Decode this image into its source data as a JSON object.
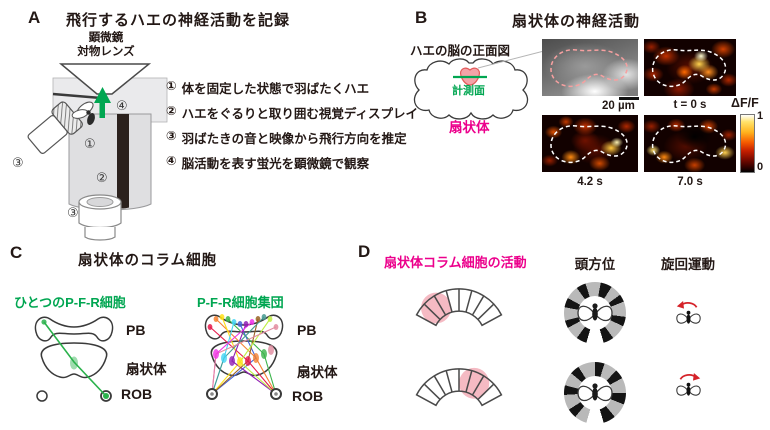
{
  "colors": {
    "accent_green": "#00A651",
    "accent_magenta": "#EC008C",
    "arrow_red": "#D5232A",
    "activity_pink": "#F3A9B4"
  },
  "panelA": {
    "label": "A",
    "title": "飛行するハエの神経活動を記録",
    "scope_label_line1": "顕微鏡",
    "scope_label_line2": "対物レンズ",
    "items": [
      {
        "num": "①",
        "text": "体を固定した状態で羽ばたくハエ"
      },
      {
        "num": "②",
        "text": "ハエをぐるりと取り囲む視覚ディスプレイ"
      },
      {
        "num": "③",
        "text": "羽ばたきの音と映像から飛行方向を推定"
      },
      {
        "num": "④",
        "text": "脳活動を表す蛍光を顕微鏡で観察"
      }
    ]
  },
  "panelB": {
    "label": "B",
    "title": "扇状体の神経活動",
    "brain_caption": "ハエの脳の正面図",
    "plane_label": "計測面",
    "fb_label": "扇状体",
    "scale_label": "20 µm",
    "frame_labels": {
      "t0": "t = 0 s",
      "t1": "4.2 s",
      "t2": "7.0 s"
    },
    "colorbar": {
      "label": "ΔF/F",
      "max": "1",
      "min": "0"
    }
  },
  "panelC": {
    "label": "C",
    "title": "扇状体のコラム細胞",
    "single_cell_title": "ひとつのP-F-R細胞",
    "population_title": "P-F-R細胞集団",
    "region_labels": {
      "pb": "PB",
      "fb": "扇状体",
      "rob": "ROB"
    }
  },
  "panelD": {
    "label": "D",
    "activity_title": "扇状体コラム細胞の活動",
    "head_direction_title": "頭方位",
    "turning_title": "旋回運動"
  }
}
